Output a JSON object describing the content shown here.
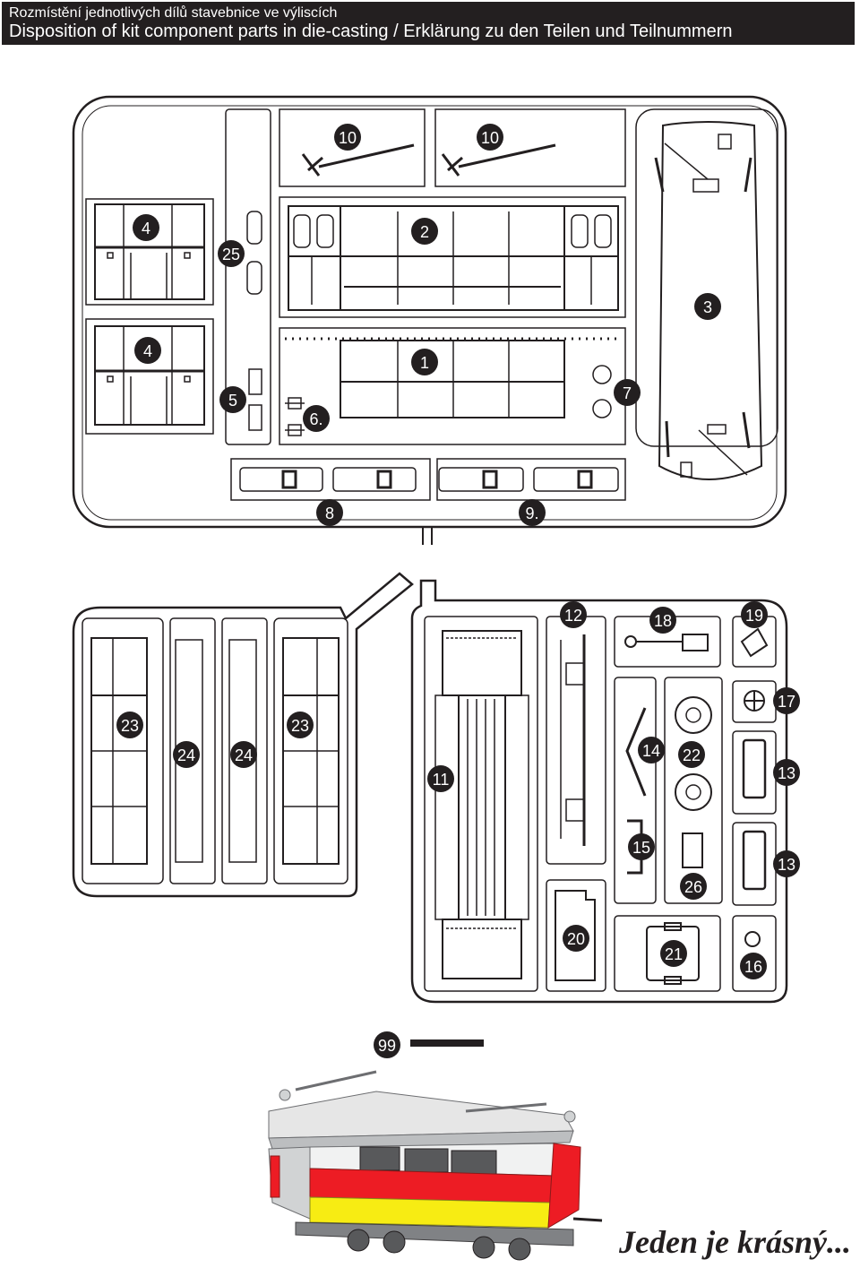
{
  "header": {
    "line1": "Rozmístění jednotlivých dílů stavebnice ve výliscích",
    "line2": "Disposition of kit component parts in die-casting / Erklärung zu den Teilen und Teilnummern"
  },
  "sheet1_labels": [
    "10",
    "10",
    "4",
    "25",
    "2",
    "3",
    "4",
    "1",
    "5",
    "6.",
    "7",
    "8",
    "9."
  ],
  "sheet2_labels": [
    "12",
    "18",
    "19",
    "17",
    "23",
    "23",
    "24",
    "24",
    "14",
    "22",
    "13",
    "11",
    "15",
    "13",
    "26",
    "20",
    "21",
    "16"
  ],
  "part99": {
    "label": "99"
  },
  "caption": "Jeden je krásný..."
}
